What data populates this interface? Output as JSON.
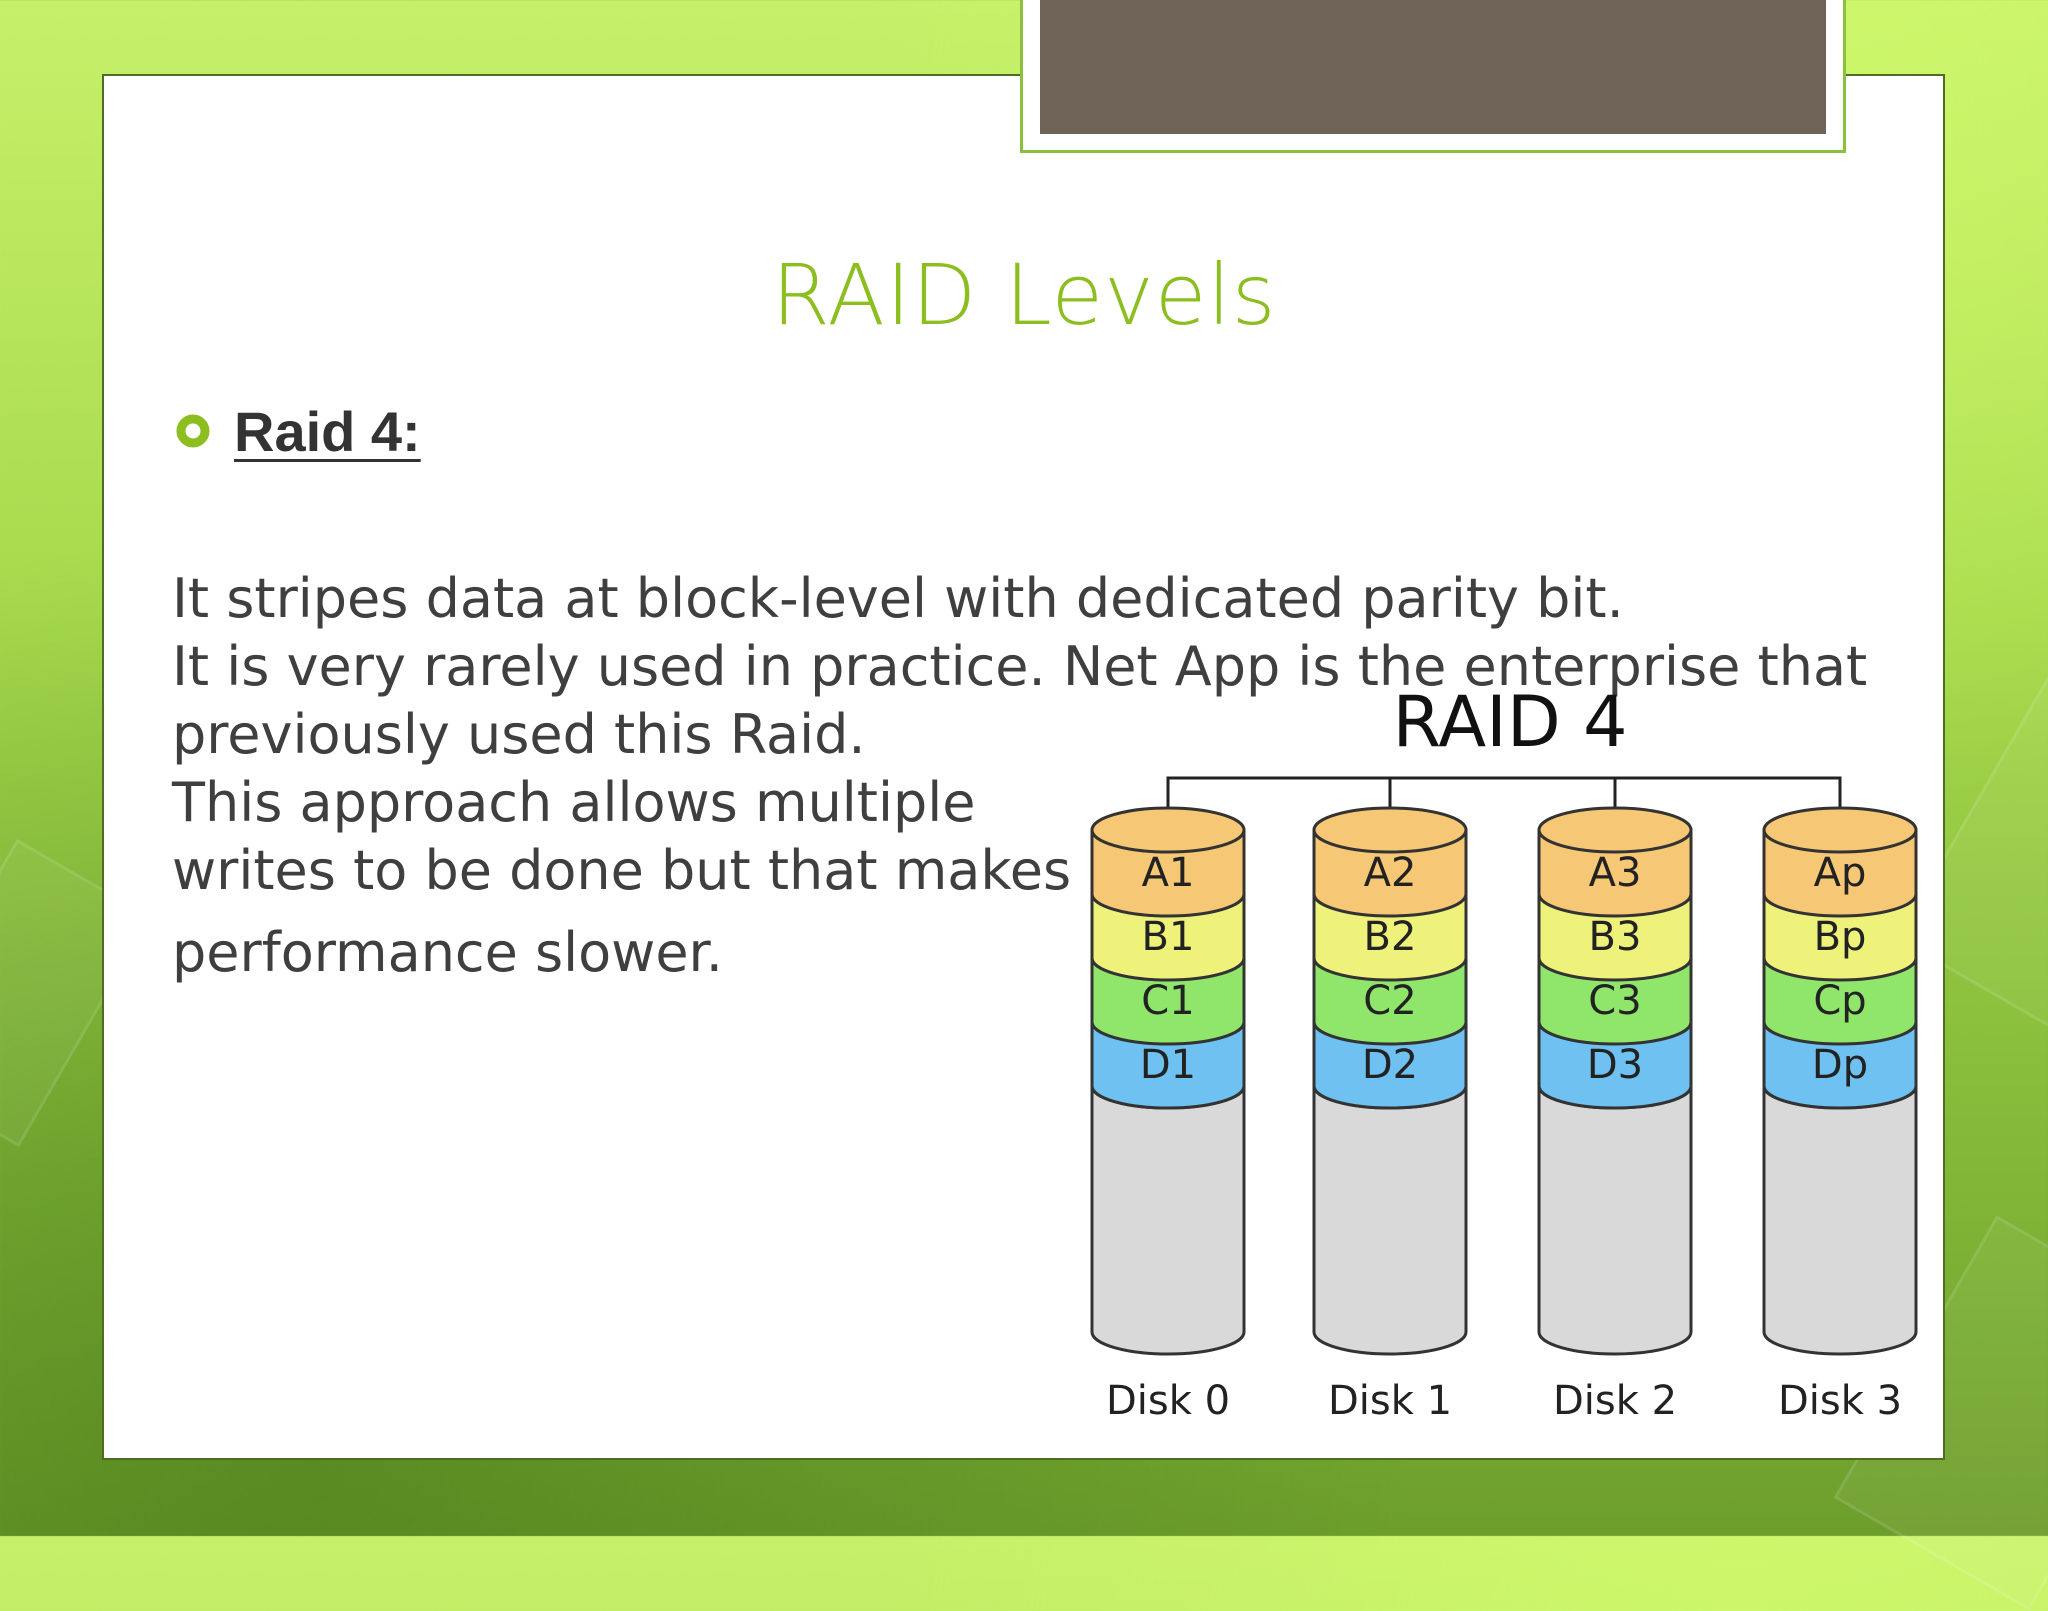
{
  "slide": {
    "title": "RAID Levels",
    "heading": "Raid 4:",
    "paragraph_lines": [
      "It stripes data at block-level with dedicated parity bit.",
      "It is very rarely used in practice. Net App is the enterprise that",
      "previously used this Raid.",
      "This approach allows multiple",
      "writes to be done but that makes",
      "performance slower."
    ]
  },
  "diagram": {
    "title": "RAID 4",
    "disks": [
      {
        "label": "Disk 0",
        "blocks": [
          "A1",
          "B1",
          "C1",
          "D1"
        ]
      },
      {
        "label": "Disk 1",
        "blocks": [
          "A2",
          "B2",
          "C2",
          "D2"
        ]
      },
      {
        "label": "Disk 2",
        "blocks": [
          "A3",
          "B3",
          "C3",
          "D3"
        ]
      },
      {
        "label": "Disk 3",
        "blocks": [
          "Ap",
          "Bp",
          "Cp",
          "Dp"
        ]
      }
    ],
    "stripe_colors": [
      "#f6c774",
      "#eef27a",
      "#8fe66b",
      "#6ec1f0"
    ],
    "empty_color": "#d9d9d9"
  },
  "colors": {
    "title": "#8cbe1f",
    "bullet": "#8cbe1f",
    "tab": "#706459"
  },
  "icons": {
    "bullet": "ring-bullet-icon"
  }
}
